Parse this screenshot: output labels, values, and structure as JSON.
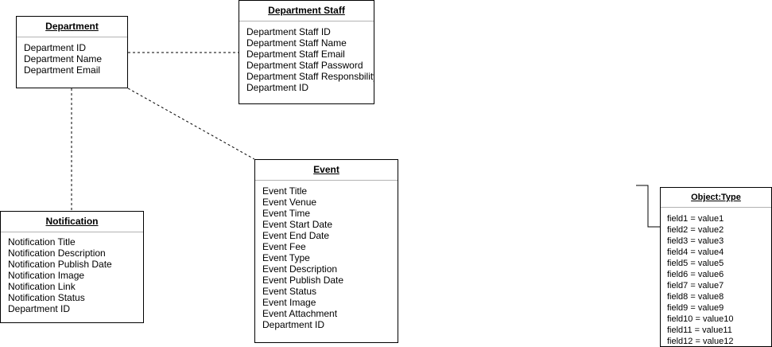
{
  "entities": {
    "department": {
      "title": "Department",
      "attributes": [
        "Department ID",
        "Department Name",
        "Department Email"
      ]
    },
    "department_staff": {
      "title": "Department Staff",
      "attributes": [
        "Department Staff ID",
        "Department Staff Name",
        "Department Staff Email",
        "Department Staff Password",
        "Department Staff Responsbility",
        "Department ID"
      ]
    },
    "notification": {
      "title": "Notification",
      "attributes": [
        "Notification Title",
        "Notification Description",
        "Notification Publish Date",
        "Notification Image",
        "Notification Link",
        "Notification Status",
        "Department ID"
      ]
    },
    "event": {
      "title": "Event",
      "attributes": [
        "Event Title",
        "Event Venue",
        "Event Time",
        "Event Start Date",
        "Event End Date",
        "Event Fee",
        "Event Type",
        "Event Description",
        "Event Publish Date",
        "Event Status",
        "Event Image",
        "Event Attachment",
        "Department ID"
      ]
    },
    "object_type": {
      "title": "Object:Type",
      "attributes": [
        "field1 = value1",
        "field2 = value2",
        "field3 = value3",
        "field4 = value4",
        "field5 = value5",
        "field6 = value6",
        "field7 = value7",
        "field8 = value8",
        "field9 = value9",
        "field10 = value10",
        "field11 = value11",
        "field12 = value12"
      ]
    }
  },
  "colors": {
    "line": "#000000",
    "divider": "#b3b3b3",
    "background": "#ffffff"
  }
}
